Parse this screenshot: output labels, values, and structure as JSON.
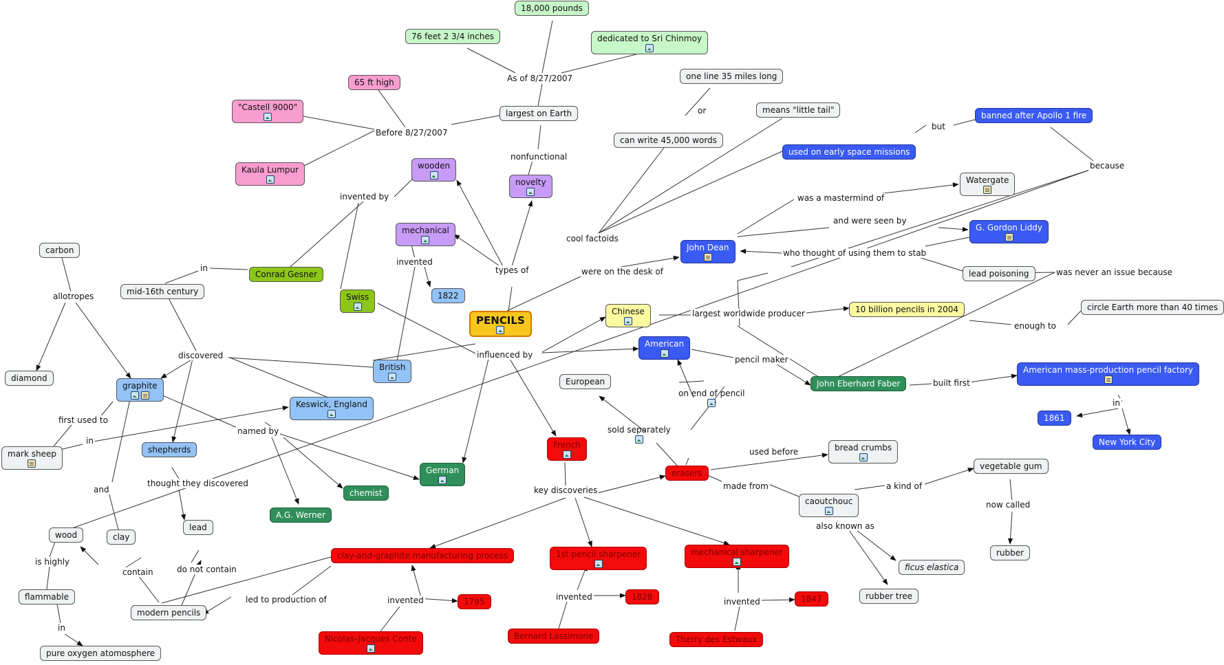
{
  "root": "PENCILS",
  "nodes": {
    "pencils": {
      "label": "PENCILS"
    },
    "n18000": {
      "label": "18,000 pounds"
    },
    "n76feet": {
      "label": "76 feet 2 3/4 inches"
    },
    "chinmoy": {
      "label": "dedicated to Sri Chinmoy"
    },
    "n65ft": {
      "label": "65 ft high"
    },
    "castell": {
      "label": "\"Castell 9000\""
    },
    "kaula": {
      "label": "Kaula Lumpur"
    },
    "largest": {
      "label": "largest on Earth"
    },
    "oneline": {
      "label": "one line 35 miles long"
    },
    "canwrite": {
      "label": "can write 45,000 words"
    },
    "littletail": {
      "label": "means \"little tail\""
    },
    "banned": {
      "label": "banned after Apollo 1 fire"
    },
    "earlyspace": {
      "label": "used on early space missions"
    },
    "watergate": {
      "label": "Watergate"
    },
    "liddy": {
      "label": "G. Gordon Liddy"
    },
    "johndean": {
      "label": "John Dean"
    },
    "leadpoison": {
      "label": "lead poisoning"
    },
    "wooden": {
      "label": "wooden"
    },
    "novelty": {
      "label": "novelty"
    },
    "mechanical": {
      "label": "mechanical"
    },
    "n1822": {
      "label": "1822"
    },
    "carbon": {
      "label": "carbon"
    },
    "midcentury": {
      "label": "mid-16th century"
    },
    "gesner": {
      "label": "Conrad Gesner"
    },
    "swiss": {
      "label": "Swiss"
    },
    "chinese": {
      "label": "Chinese"
    },
    "tenbillion": {
      "label": "10 billion pencils in 2004"
    },
    "circle": {
      "label": "circle Earth more than 40 times"
    },
    "diamond": {
      "label": "diamond"
    },
    "graphite": {
      "label": "graphite"
    },
    "british": {
      "label": "British"
    },
    "american": {
      "label": "American"
    },
    "european": {
      "label": "European"
    },
    "keswick": {
      "label": "Keswick, England"
    },
    "eberhard": {
      "label": "John Eberhard Faber"
    },
    "massprod": {
      "label": "American mass-production pencil factory"
    },
    "n1861": {
      "label": "1861"
    },
    "nyc": {
      "label": "New York City"
    },
    "marksheep": {
      "label": "mark sheep"
    },
    "shepherds": {
      "label": "shepherds"
    },
    "french": {
      "label": "French"
    },
    "breadcrumbs": {
      "label": "bread crumbs"
    },
    "vegetum": {
      "label": "vegetable gum"
    },
    "german": {
      "label": "German"
    },
    "erasers": {
      "label": "erasers"
    },
    "chemist": {
      "label": "chemist"
    },
    "caoutchouc": {
      "label": "caoutchouc"
    },
    "werner": {
      "label": "A.G. Werner"
    },
    "lead": {
      "label": "lead"
    },
    "wood": {
      "label": "wood"
    },
    "clay": {
      "label": "clay"
    },
    "claygraph": {
      "label": "clay-and-graphite manufacturing process"
    },
    "firstsharp": {
      "label": "1st pencil sharpener"
    },
    "mechsharp": {
      "label": "mechanical sharpener"
    },
    "ficus": {
      "label": "ficus elastica"
    },
    "rubber": {
      "label": "rubber"
    },
    "flammable": {
      "label": "flammable"
    },
    "rubbertree": {
      "label": "rubber tree"
    },
    "n1795": {
      "label": "1795"
    },
    "n1828": {
      "label": "1828"
    },
    "n1847": {
      "label": "1847"
    },
    "modern": {
      "label": "modern pencils"
    },
    "conte": {
      "label": "Nicolas-Jacques Conte"
    },
    "lassimone": {
      "label": "Bernard Lassimone"
    },
    "estwaux": {
      "label": "Therry des Estwaux"
    },
    "oxygen": {
      "label": "pure oxygen atomosphere"
    }
  },
  "links": {
    "asof": "As of 8/27/2007",
    "before": "Before 8/27/2007",
    "nonfunctional": "nonfunctional",
    "or": "or",
    "but": "but",
    "because": "because",
    "mastermind": "was a mastermind of",
    "seenby": "and were seen by",
    "thoughtstab": "who thought of using them to stab",
    "neverissue": "was never an issue because",
    "coolfactoids": "cool factoids",
    "desk": "were on the desk of",
    "typesof": "types of",
    "inventedby": "invented by",
    "invented_mech": "invented",
    "in_gesner": "in",
    "allotropes": "allotropes",
    "discovered": "discovered",
    "influenced": "influenced by",
    "producer": "largest worldwide producer",
    "enough": "enough to",
    "pencilmaker": "pencil maker",
    "builtfirst": "built first",
    "in_factory": "in",
    "onend": "on end of pencil",
    "soldsep": "sold separately",
    "firstused": "first used to",
    "in_sheep": "in",
    "namedby": "named by",
    "usedbefore": "used before",
    "madefrom": "made from",
    "akindof": "a kind of",
    "nowcalled": "now called",
    "thoughtdisc": "thought they discovered",
    "keydisc": "key discoveries",
    "and": "and",
    "alsoknown": "also known as",
    "ishighly": "is highly",
    "contain": "contain",
    "donotcontain": "do not contain",
    "ledto": "led to production of",
    "invented_conte": "invented",
    "invented_lass": "invented",
    "invented_est": "invented",
    "in_oxygen": "in"
  },
  "colors": {
    "line": "#333333",
    "red": "#f30a0a",
    "blue": "#3a5af4",
    "teal": "#2f8f5a",
    "orange": "#f8c61d"
  },
  "icons": {
    "image": "image-attachment-icon",
    "doc": "document-attachment-icon"
  }
}
